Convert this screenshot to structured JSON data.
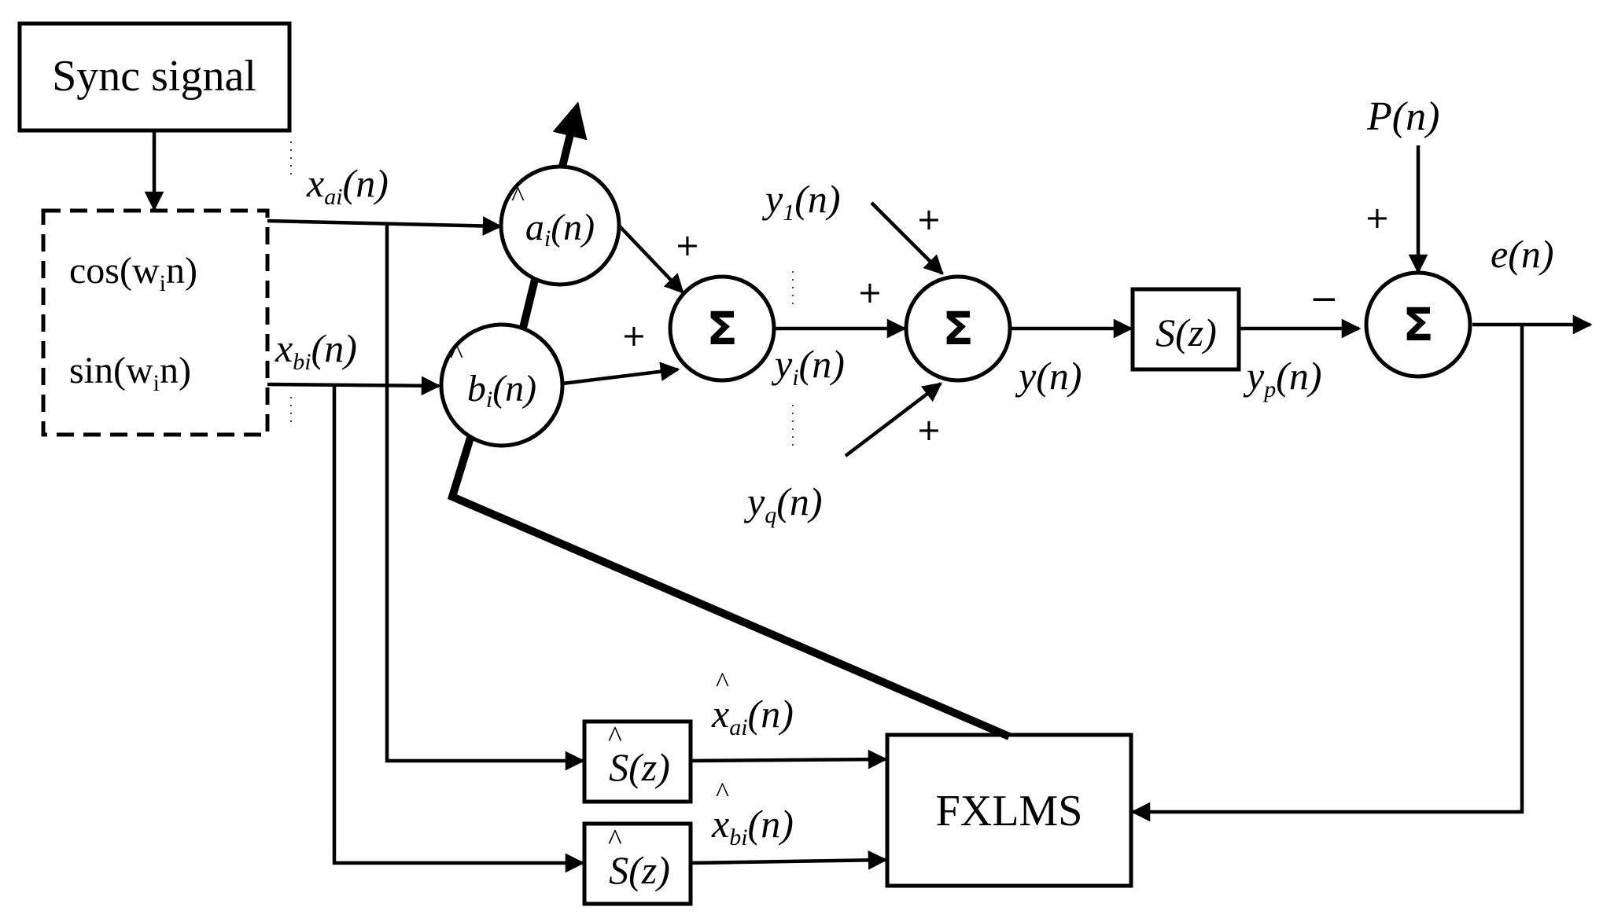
{
  "blocks": {
    "sync_signal": "Sync signal",
    "cos_label": "cos(w",
    "cos_sub": "i",
    "cos_tail": "n)",
    "sin_label": "sin(w",
    "sin_sub": "i",
    "sin_tail": "n)",
    "fxlms": "FXLMS",
    "s_z": "S(z)",
    "s_hat_z_1": "S(z)",
    "s_hat_z_2": "S(z)"
  },
  "signals": {
    "x_ai": "x",
    "x_ai_sub": "ai",
    "x_bi": "x",
    "x_bi_sub": "bi",
    "x_hat_ai": "x",
    "x_hat_ai_sub": "ai",
    "x_hat_bi": "x",
    "x_hat_bi_sub": "bi",
    "arg_n": "(n)",
    "a_hat_i": "a",
    "b_hat_i": "b",
    "weight_sub": "i",
    "y1": "y",
    "y1_sub": "1",
    "yi": "y",
    "yi_sub": "i",
    "yq": "y",
    "yq_sub": "q",
    "y": "y",
    "yp": "y",
    "yp_sub": "p",
    "p": "P",
    "e": "e",
    "hat": "^"
  },
  "operators": {
    "sigma": "Σ",
    "plus": "+",
    "minus": "−"
  }
}
